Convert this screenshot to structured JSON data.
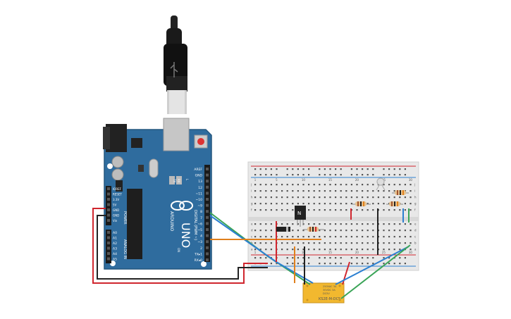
{
  "arduino": {
    "brand": "ARDUINO",
    "model": "UNO",
    "digital_label": "DIGITAL (PWM ~)",
    "analog_label": "ANALOG IN",
    "power_label": "POWER",
    "on_label": "ON",
    "tx_label": "TX",
    "rx_label": "RX",
    "l_label": "L",
    "digital_pins": [
      "AREF",
      "GND",
      "13",
      "12",
      "~11",
      "~10",
      "~9",
      "8",
      "7",
      "~6",
      "~5",
      "4",
      "~3",
      "2",
      "TX▸1",
      "RX◂0"
    ],
    "power_pins": [
      "IOREF",
      "RESET",
      "3.3V",
      "5V",
      "GND",
      "GND",
      "Vin"
    ],
    "analog_pins": [
      "A0",
      "A1",
      "A2",
      "A3",
      "A4",
      "A5"
    ]
  },
  "transistor": {
    "label": "N"
  },
  "relay": {
    "name": "KS2E-M-DC5",
    "lines": [
      "250VAC 3A",
      "30VDC 3A",
      "DC5V"
    ]
  },
  "breadboard": {
    "column_numbers": [
      "1",
      "5",
      "10",
      "15",
      "20",
      "25",
      "30"
    ],
    "row_letters_top": [
      "j",
      "i",
      "h",
      "g",
      "f"
    ],
    "row_letters_bottom": [
      "e",
      "d",
      "c",
      "b",
      "a"
    ]
  },
  "colors": {
    "board_blue": "#2f6c9e",
    "wire_red": "#d0262e",
    "wire_black": "#222222",
    "wire_green": "#3aa457",
    "wire_blue": "#2b7fd1",
    "wire_orange": "#e0801c",
    "relay_body": "#f2b82f"
  }
}
